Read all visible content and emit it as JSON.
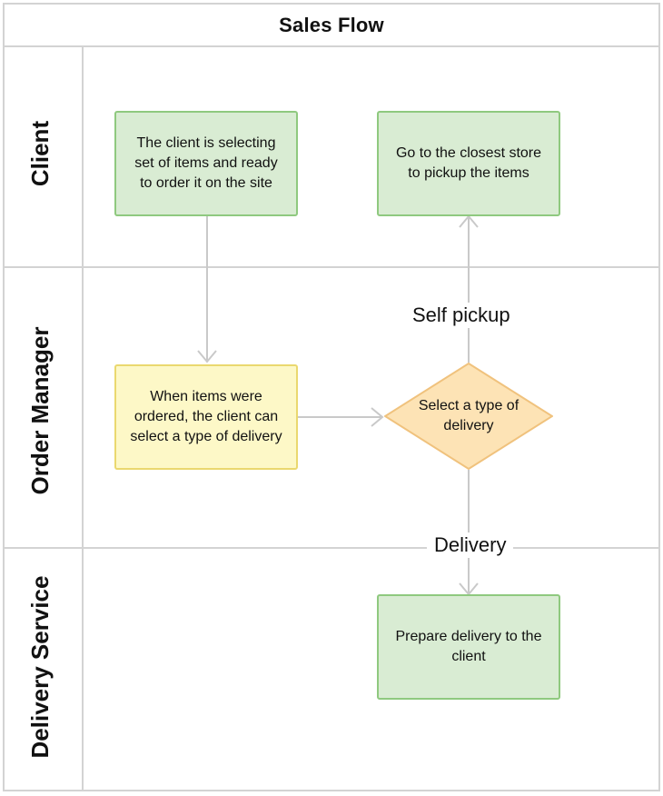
{
  "title": "Sales Flow",
  "lanes": [
    {
      "label": "Client"
    },
    {
      "label": "Order Manager"
    },
    {
      "label": "Delivery Service"
    }
  ],
  "nodes": {
    "client_select": "The client is selecting set of items and ready to order it on the site",
    "pickup_store": "Go to the closest store to pickup the items",
    "items_ordered": "When items were ordered, the client can select a type of delivery",
    "select_delivery": "Select a type of delivery",
    "prepare_delivery": "Prepare delivery to the client"
  },
  "edge_labels": {
    "self_pickup": "Self pickup",
    "delivery": "Delivery"
  },
  "colors": {
    "process_fill": "#d9ecd3",
    "process_border": "#8fc97f",
    "note_fill": "#fdf8c7",
    "note_border": "#ead86f",
    "decision_fill": "#fde3b5",
    "decision_border": "#f0c27d",
    "connector": "#c9c9c9",
    "frame": "#d3d3d3"
  }
}
